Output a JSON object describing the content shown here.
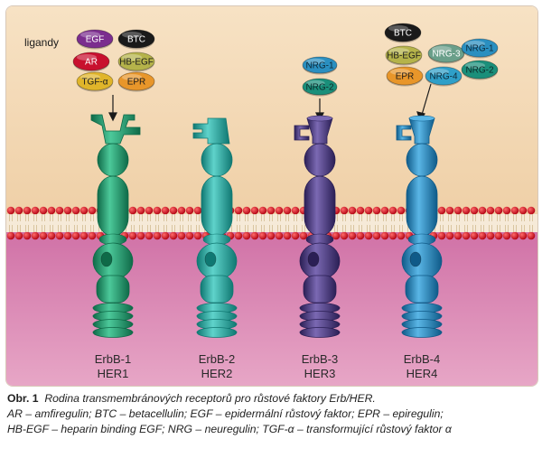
{
  "figure": {
    "ligands_label": "ligandy",
    "left_ligands": [
      {
        "text": "EGF",
        "color": "#7b2d8e",
        "text_color": "#ffffff"
      },
      {
        "text": "BTC",
        "color": "#1a1a1a",
        "text_color": "#ffffff"
      },
      {
        "text": "AR",
        "color": "#c8102e",
        "text_color": "#ffffff"
      },
      {
        "text": "HB-EGF",
        "color": "#b5b34a",
        "text_color": "#1a1a1a"
      },
      {
        "text": "TGF-α",
        "color": "#e0b52a",
        "text_color": "#1a1a1a"
      },
      {
        "text": "EPR",
        "color": "#e8962a",
        "text_color": "#1a1a1a"
      }
    ],
    "nrg3_ligands": [
      {
        "text": "NRG-1",
        "color": "#2a8fc0",
        "text_color": "#0d2a3a"
      },
      {
        "text": "NRG-2",
        "color": "#1a8f7a",
        "text_color": "#0d2a2a"
      }
    ],
    "right_ligands": [
      {
        "text": "BTC",
        "color": "#1a1a1a",
        "text_color": "#ffffff"
      },
      {
        "text": "HB-EGF",
        "color": "#b5b34a",
        "text_color": "#1a1a1a"
      },
      {
        "text": "NRG-3",
        "color": "#6a9f8a",
        "text_color": "#ffffff"
      },
      {
        "text": "NRG-1",
        "color": "#2a8fc0",
        "text_color": "#0d2a3a"
      },
      {
        "text": "EPR",
        "color": "#e8962a",
        "text_color": "#1a1a1a"
      },
      {
        "text": "NRG-4",
        "color": "#2f9fc8",
        "text_color": "#0d2a3a"
      },
      {
        "text": "NRG-2",
        "color": "#1a8f7a",
        "text_color": "#0d2a2a"
      }
    ],
    "receptors": [
      {
        "name": "ErbB-1",
        "alias": "HER1",
        "color": "#1f9a6e",
        "dark": "#0f6a48",
        "light": "#4cc99a"
      },
      {
        "name": "ErbB-2",
        "alias": "HER2",
        "color": "#22a7a0",
        "dark": "#107872",
        "light": "#5fd3cb"
      },
      {
        "name": "ErbB-3",
        "alias": "HER3",
        "color": "#4b3a80",
        "dark": "#2b1f55",
        "light": "#7b69b3"
      },
      {
        "name": "ErbB-4",
        "alias": "HER4",
        "color": "#1f86c0",
        "dark": "#0f5a88",
        "light": "#5ab6e6"
      }
    ],
    "colors": {
      "top_bg": "#f3d9b7",
      "bottom_bg": "#c76a9c",
      "membrane": "#d8141c"
    }
  },
  "caption": {
    "title_label": "Obr. 1",
    "title_text": "Rodina transmembránových receptorů pro růstové faktory Erb/HER.",
    "line1": "AR – amfiregulin; BTC – betacellulin; EGF – epidermální růstový faktor; EPR – epiregulin;",
    "line2": "HB-EGF – heparin binding EGF; NRG – neuregulin; TGF-α – transformující růstový faktor α"
  }
}
